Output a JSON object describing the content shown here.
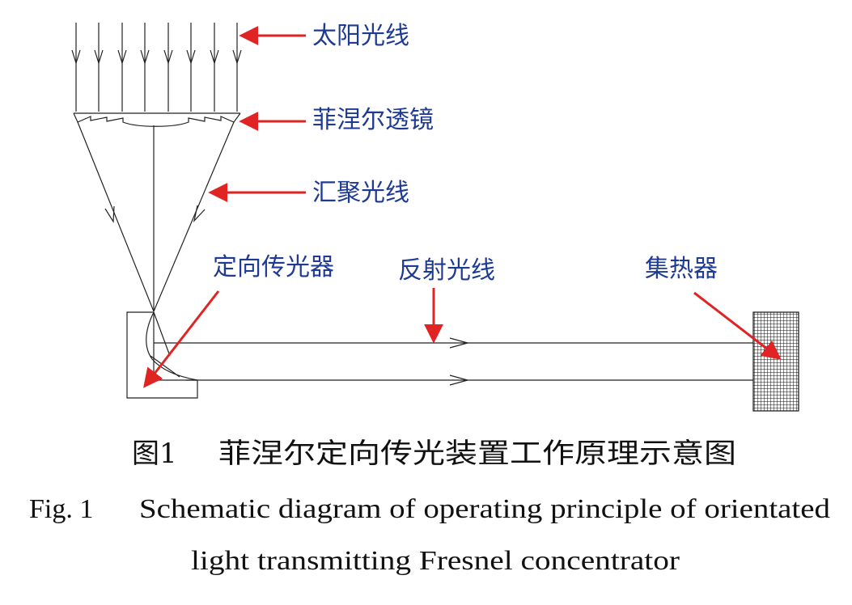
{
  "labels": {
    "sunlight": "太阳光线",
    "fresnel_lens": "菲涅尔透镜",
    "converging_rays": "汇聚光线",
    "directional_transmitter": "定向传光器",
    "reflected_rays": "反射光线",
    "collector": "集热器"
  },
  "caption": {
    "cn_number": "图1",
    "cn_text": "菲涅尔定向传光装置工作原理示意图",
    "en_number": "Fig. 1",
    "en_line1": "Schematic diagram of operating principle of orientated",
    "en_line2": "light transmitting Fresnel concentrator"
  },
  "colors": {
    "pointer_arrow": "#e02424",
    "label_text": "#1f3a93",
    "line": "#222222"
  }
}
